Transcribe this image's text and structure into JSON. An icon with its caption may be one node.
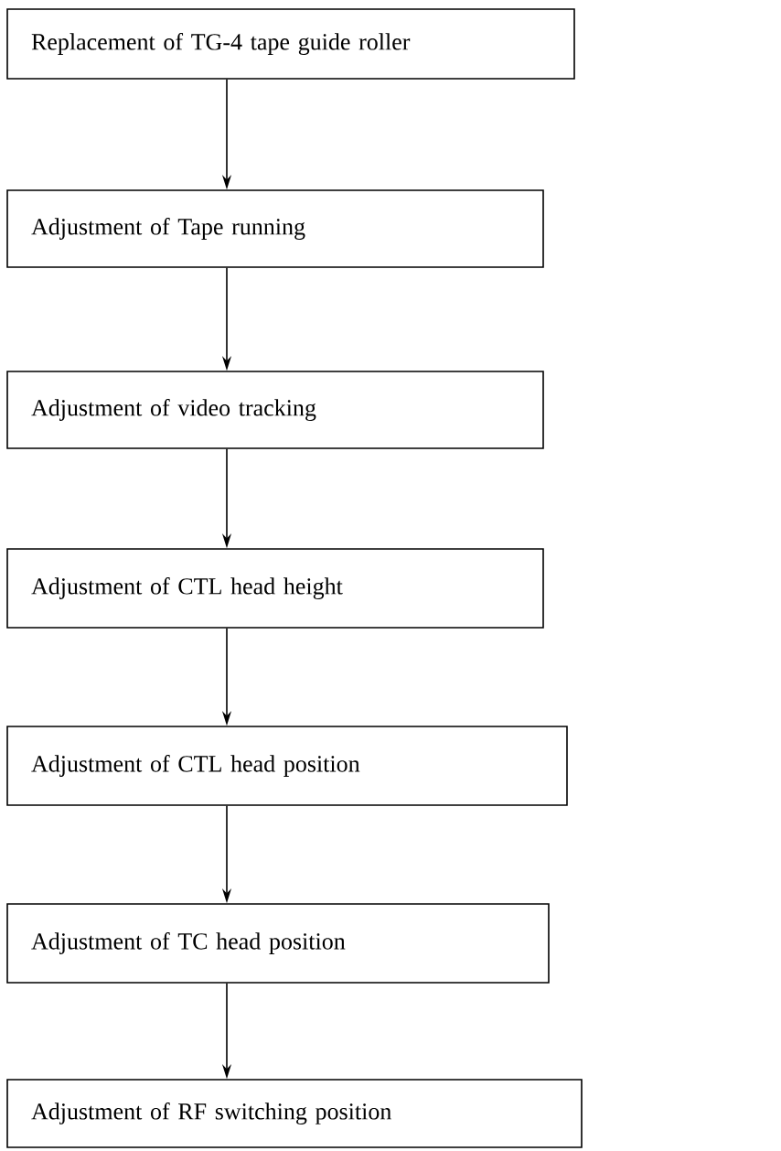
{
  "diagram": {
    "nodes": [
      {
        "text": [
          "Replacement of TG-4 tape guide roller"
        ]
      },
      {
        "text": [
          "Adjustment of Tape running"
        ]
      },
      {
        "text": [
          "Adjustment of video tracking"
        ]
      },
      {
        "text": [
          "Adjustment of CTL head height"
        ]
      },
      {
        "text": [
          "Adjustment of CTL head position"
        ]
      },
      {
        "text": [
          "Adjustment of TC head position"
        ]
      },
      {
        "text": [
          "Adjustment of RF switching position"
        ]
      }
    ],
    "edges": [
      {
        "from": 0,
        "to": 1,
        "arrow": "to"
      },
      {
        "from": 1,
        "to": 2,
        "arrow": "to"
      },
      {
        "from": 2,
        "to": 3,
        "arrow": "to"
      },
      {
        "from": 3,
        "to": 4,
        "arrow": "to"
      },
      {
        "from": 4,
        "to": 5,
        "arrow": "to"
      },
      {
        "from": 5,
        "to": 6,
        "arrow": "to"
      }
    ]
  }
}
